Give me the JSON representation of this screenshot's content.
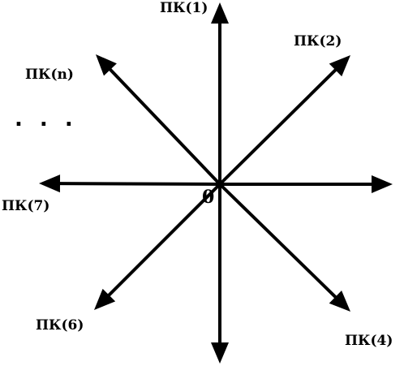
{
  "diagram": {
    "center_label": "0",
    "ellipsis": ". . .",
    "line_color": "#000000",
    "axes": [
      {
        "id": "pk1",
        "label": "ПК(1)",
        "direction": "up"
      },
      {
        "id": "pk2",
        "label": "ПК(2)",
        "direction": "up-right"
      },
      {
        "id": "pk3",
        "label": "",
        "direction": "right"
      },
      {
        "id": "pk4",
        "label": "ПК(4)",
        "direction": "down-right"
      },
      {
        "id": "pk5",
        "label": "",
        "direction": "down"
      },
      {
        "id": "pk6",
        "label": "ПК(6)",
        "direction": "down-left"
      },
      {
        "id": "pk7",
        "label": "ПК(7)",
        "direction": "left"
      },
      {
        "id": "pkn",
        "label": "ПК(n)",
        "direction": "up-left"
      }
    ]
  }
}
